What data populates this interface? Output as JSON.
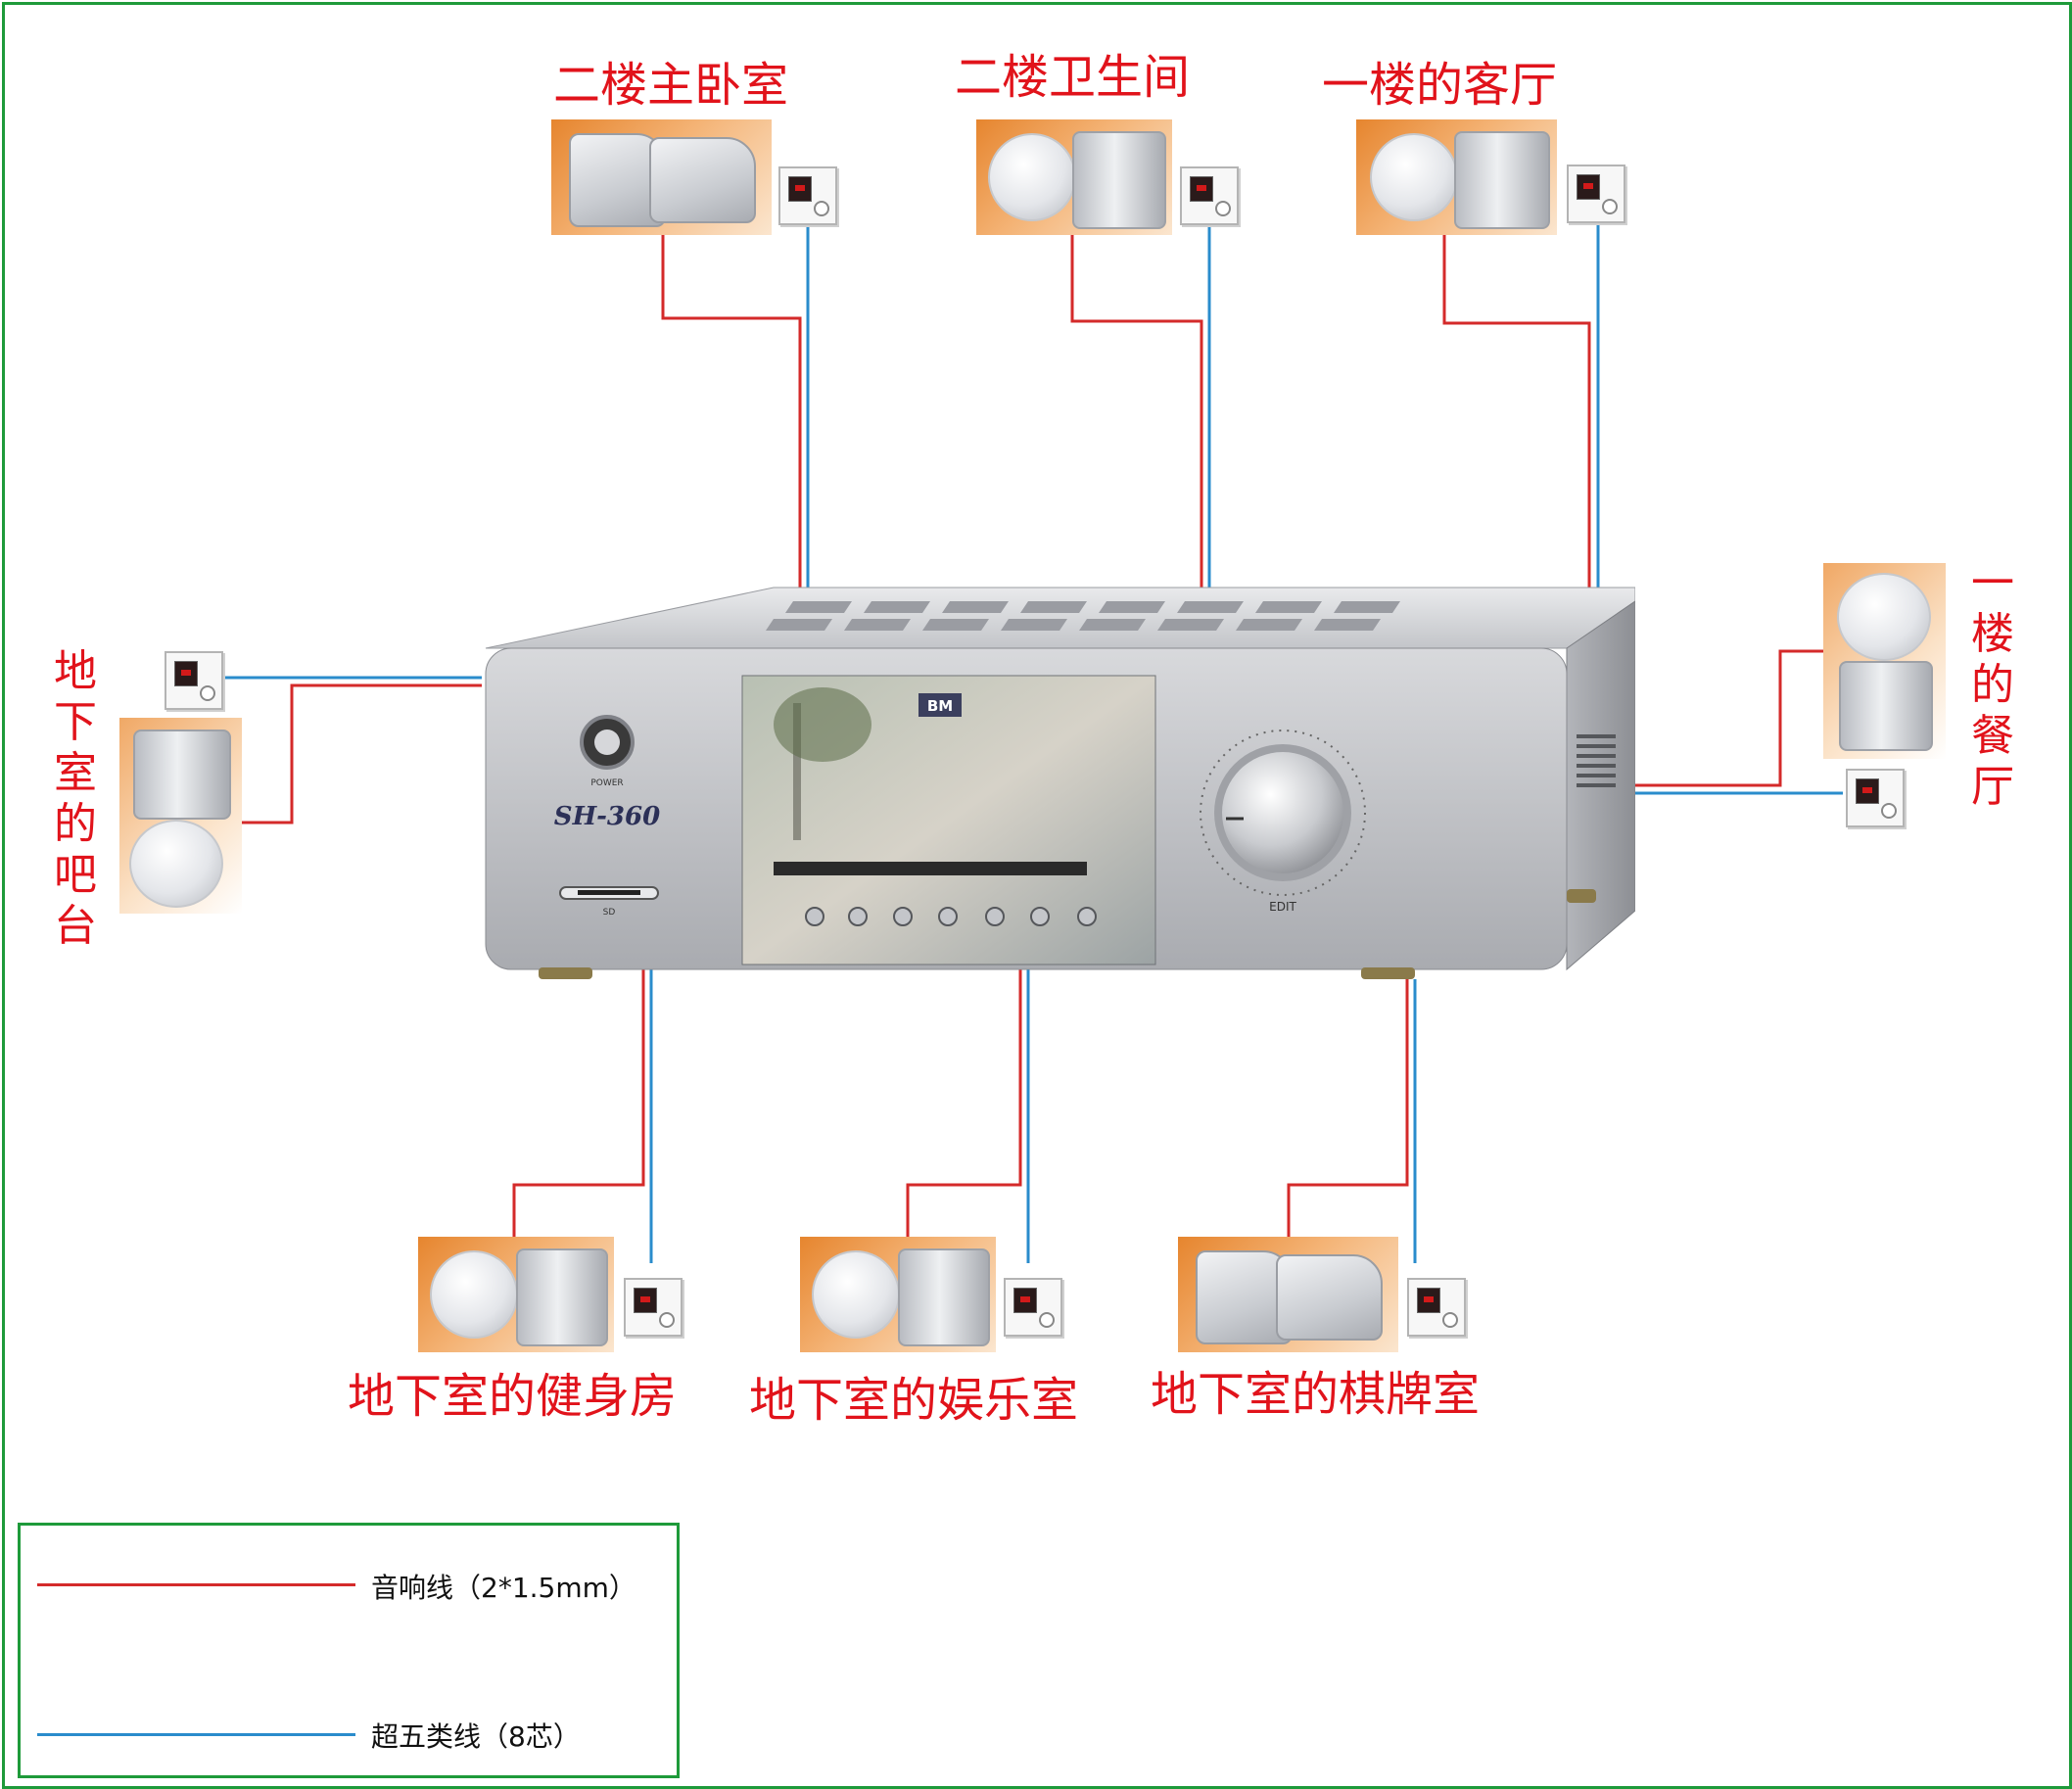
{
  "colors": {
    "border": "#1e9a3a",
    "audio_wire": "#d42a2a",
    "cat5e_wire": "#2a8ccc",
    "label": "#e1131b"
  },
  "rooms": {
    "top": [
      {
        "label": "二楼主卧室",
        "speaker": "wall-box-speaker-icon"
      },
      {
        "label": "二楼卫生间",
        "speaker": "ceiling-speaker-icon"
      },
      {
        "label": "一楼的客厅",
        "speaker": "ceiling-speaker-icon"
      }
    ],
    "left": {
      "label": "地下室的吧台",
      "speaker": "ceiling-speaker-icon"
    },
    "right": {
      "label": "一楼的餐厅",
      "speaker": "ceiling-speaker-icon"
    },
    "bottom": [
      {
        "label": "地下室的健身房",
        "speaker": "ceiling-speaker-icon"
      },
      {
        "label": "地下室的娱乐室",
        "speaker": "ceiling-speaker-icon"
      },
      {
        "label": "地下室的棋牌室",
        "speaker": "wall-box-speaker-icon"
      }
    ]
  },
  "amplifier": {
    "model": "SH-360",
    "power_label": "POWER",
    "sd_label": "SD",
    "edit_label": "EDIT",
    "logo": "BM"
  },
  "legend": {
    "items": [
      {
        "text": "音响线（2*1.5mm）",
        "color": "#d42a2a"
      },
      {
        "text": "超五类线（8芯）",
        "color": "#2a8ccc"
      }
    ]
  }
}
